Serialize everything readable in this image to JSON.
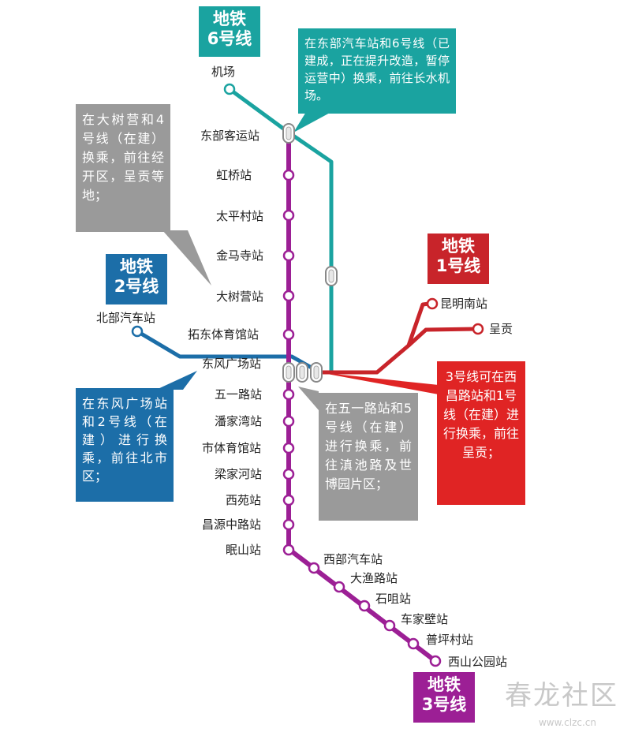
{
  "lines": {
    "line6": {
      "label_top": "地铁",
      "label_bottom": "6号线",
      "color": "#1aa3a0"
    },
    "line2": {
      "label_top": "地铁",
      "label_bottom": "2号线",
      "color": "#1c6ea8"
    },
    "line1": {
      "label_top": "地铁",
      "label_bottom": "1号线",
      "color": "#c8242a"
    },
    "line3": {
      "label_top": "地铁",
      "label_bottom": "3号线",
      "color": "#9c1f95"
    }
  },
  "stations": {
    "jichang": "机场",
    "dongbukeyun": "东部客运站",
    "hongqiao": "虹桥站",
    "taipingcun": "太平村站",
    "jinmasi": "金马寺站",
    "dashuying": "大树营站",
    "tuodongtiyuguan": "拓东体育馆站",
    "dongfengguangchang": "东风广场站",
    "beibuqiche": "北部汽车站",
    "kunmingnan": "昆明南站",
    "chenggong": "呈贡",
    "wuyilu": "五一路站",
    "panjiawan": "潘家湾站",
    "shitiyuguan": "市体育馆站",
    "liangjiahe": "梁家河站",
    "xiyuan": "西苑站",
    "changyuanzhonglu": "昌源中路站",
    "mianshan": "眠山站",
    "xibuqiche": "西部汽车站",
    "dayulu": "大渔路站",
    "shiju": "石咀站",
    "chejiabi": "车家壁站",
    "pupingcun": "普坪村站",
    "xishangongyuan": "西山公园站"
  },
  "notes": {
    "teal": "在东部汽车站和6号线（已建成，正在提升改造，暂停运营中）换乘，前往长水机场。",
    "gray_top": "在大树营和4号线（在建）换乘，前往经开区，呈贡等地；",
    "blue": "在东风广场站和2号线（在建）进行换乘，前往北市区；",
    "gray_mid": "在五一路站和5号线（在建）进行换乘，前往滇池路及世博园片区；",
    "red": "3号线可在西昌路站和1号线（在建）进行换乘，前往呈贡；"
  },
  "watermark": {
    "text": "春龙社区",
    "url": "www.clzc.cn"
  }
}
